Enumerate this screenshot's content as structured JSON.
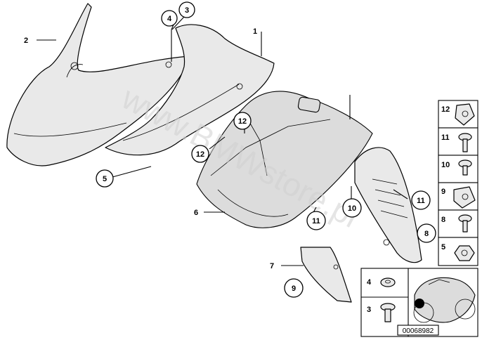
{
  "diagram": {
    "watermark": "www.BMWstore.pl",
    "image_code": "00068982",
    "callouts": {
      "c1": "1",
      "c2": "2",
      "c3": "3",
      "c4": "4",
      "c5": "5",
      "c6": "6",
      "c7": "7",
      "c8": "8",
      "c9": "9",
      "c10": "10",
      "c11a": "11",
      "c11b": "11",
      "c12a": "12",
      "c12b": "12"
    },
    "legend_right": [
      "12",
      "11",
      "10",
      "9",
      "8",
      "5"
    ],
    "legend_bottom": [
      "4",
      "3"
    ]
  }
}
